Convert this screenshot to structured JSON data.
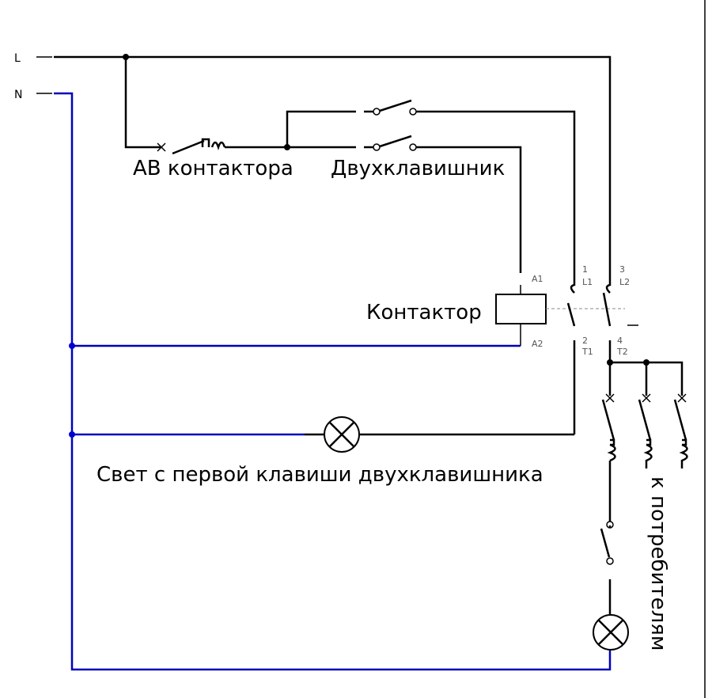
{
  "terminals": {
    "line": "L",
    "neutral": "N"
  },
  "labels": {
    "breaker": "АВ контактора",
    "switch": "Двухклавишник",
    "contactor": "Контактор",
    "light_first_key": "Свет с первой клавиши двухклавишника",
    "to_consumers": "к потребителям"
  },
  "contactor_pins": {
    "a1": "A1",
    "a2": "A2",
    "p1": "1",
    "l1": "L1",
    "p2": "2",
    "t1": "T1",
    "p3": "3",
    "l2": "L2",
    "p4": "4",
    "t2": "T2"
  },
  "colors": {
    "phase": "#000000",
    "neutral": "#0000bb"
  }
}
